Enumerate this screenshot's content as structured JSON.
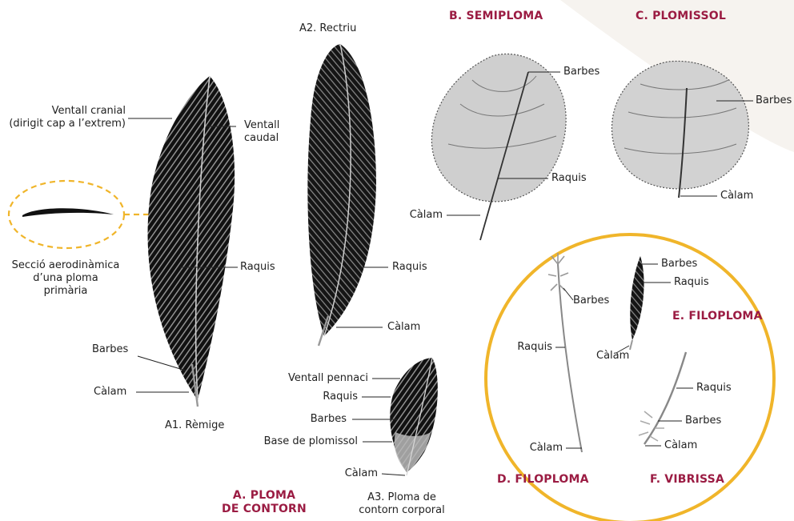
{
  "sections": {
    "a_heading_line1": "A. PLOMA",
    "a_heading_line2": "DE CONTORN",
    "b_heading": "B. SEMIPLOMA",
    "c_heading": "C. PLOMISSOL",
    "d_heading": "D. FILOPLOMA",
    "e_heading": "E. FILOPLOMA",
    "f_heading": "F. VIBRISSA"
  },
  "feathers": {
    "a1_title": "A1. Rèmige",
    "a2_title": "A2. Rectriu",
    "a3_title_line1": "A3. Ploma de",
    "a3_title_line2": "contorn corporal"
  },
  "labels": {
    "a1_vane_cranial_line1": "Ventall cranial",
    "a1_vane_cranial_line2": "(dirigit cap a l’extrem)",
    "a1_vane_caudal_line1": "Ventall",
    "a1_vane_caudal_line2": "caudal",
    "a1_rachis": "Raquis",
    "a1_barbs": "Barbes",
    "a1_calamus": "Càlam",
    "section_line1": "Secció aerodinàmica",
    "section_line2": "d’una ploma",
    "section_line3": "primària",
    "a2_rachis": "Raquis",
    "a2_calamus": "Càlam",
    "a3_pennaceous_vane": "Ventall pennaci",
    "a3_rachis": "Raquis",
    "a3_barbs": "Barbes",
    "a3_down_base": "Base de plomissol",
    "a3_calamus": "Càlam",
    "b_barbs": "Barbes",
    "b_rachis": "Raquis",
    "b_calamus": "Càlam",
    "c_barbs": "Barbes",
    "c_calamus": "Càlam",
    "d_barbs": "Barbes",
    "d_rachis": "Raquis",
    "d_calamus": "Càlam",
    "e_barbs": "Barbes",
    "e_rachis": "Raquis",
    "e_calamus": "Càlam",
    "f_rachis": "Raquis",
    "f_barbs": "Barbes",
    "f_calamus": "Càlam"
  },
  "colors": {
    "heading": "#9b1c43",
    "circle_outline": "#f0b52a",
    "feather": "#1a1a1a",
    "leader_line": "#222222"
  }
}
